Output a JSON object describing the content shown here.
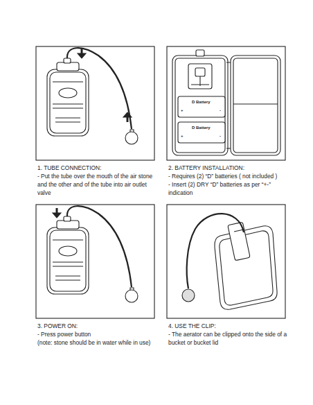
{
  "diagram": {
    "labels": [
      "1. TUBE CONNECTION:",
      "- Put the tube over the mouth of the air stone and the other and of the tube into air outlet valve",
      "2. BATTERY INSTALLATION:",
      "- Requires (2) “D” batteries ( not included )",
      "- Insert (2) DRY “D” batteries as per “+-” indication",
      "3. POWER ON:",
      "- Press power button",
      "(note: stone should be in water while in use)",
      "4. USE THE CLIP:",
      "- The aerator can be clipped onto the side of a bucket or bucket lid",
      "D Battery",
      "+",
      "-",
      "D Battery",
      "+",
      "-"
    ]
  }
}
